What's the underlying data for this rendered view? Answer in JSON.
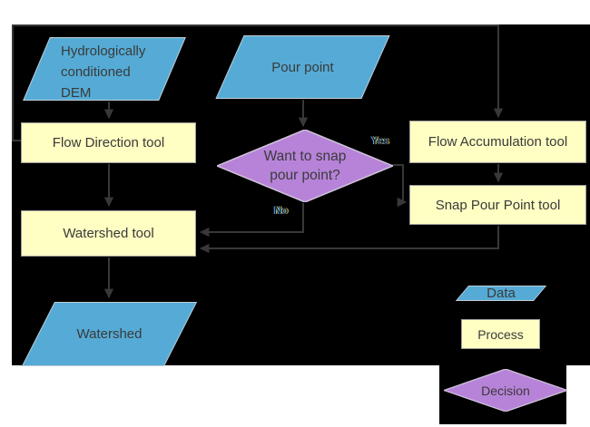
{
  "diagram": {
    "nodes": {
      "dem": {
        "type": "data",
        "lines": [
          "Hydrologically",
          "conditioned",
          "DEM"
        ]
      },
      "pour_point": {
        "type": "data",
        "label": "Pour point"
      },
      "flow_direction": {
        "type": "process",
        "label": "Flow Direction tool"
      },
      "flow_accumulation": {
        "type": "process",
        "label": "Flow Accumulation tool"
      },
      "snap_pour_point": {
        "type": "process",
        "label": "Snap Pour Point tool"
      },
      "decision": {
        "type": "decision",
        "lines": [
          "Want to snap",
          "pour point?"
        ]
      },
      "watershed_tool": {
        "type": "process",
        "label": "Watershed tool"
      },
      "watershed": {
        "type": "data",
        "label": "Watershed"
      }
    },
    "edge_labels": {
      "yes": "Yes",
      "no": "No"
    },
    "legend": {
      "data": "Data",
      "process": "Process",
      "decision": "Decision"
    }
  },
  "colors": {
    "data_shape": "#55abd6",
    "process_shape": "#fffec3",
    "decision_shape": "#b783d9",
    "background": "#000000",
    "connector": "#383838",
    "shape_text": "#3a3a3a"
  }
}
